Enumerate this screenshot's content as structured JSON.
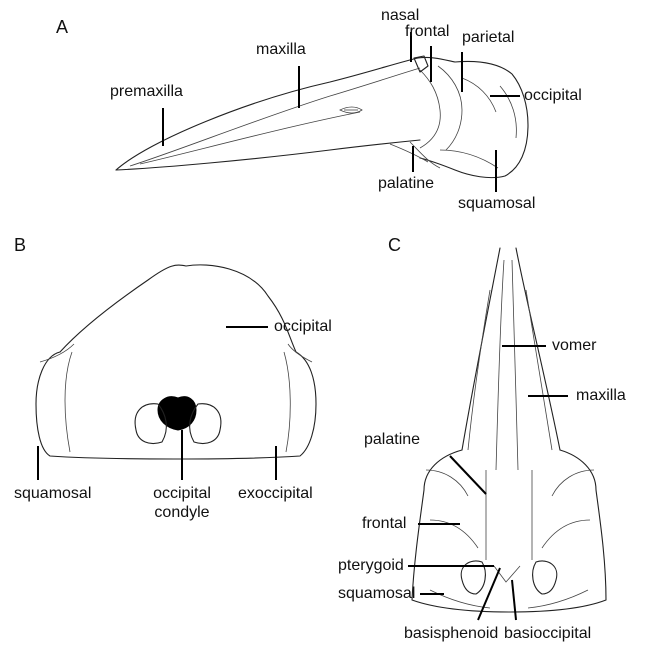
{
  "panels": {
    "a": {
      "letter": "A",
      "labels": {
        "premaxilla": "premaxilla",
        "maxilla": "maxilla",
        "nasal": "nasal",
        "frontal": "frontal",
        "parietal": "parietal",
        "occipital": "occipital",
        "palatine": "palatine",
        "squamosal": "squamosal"
      }
    },
    "b": {
      "letter": "B",
      "labels": {
        "occipital": "occipital",
        "squamosal": "squamosal",
        "occipital_condyle_1": "occipital",
        "occipital_condyle_2": "condyle",
        "exoccipital": "exoccipital"
      }
    },
    "c": {
      "letter": "C",
      "labels": {
        "vomer": "vomer",
        "maxilla": "maxilla",
        "palatine": "palatine",
        "frontal": "frontal",
        "pterygoid": "pterygoid",
        "squamosal": "squamosal",
        "basisphenoid": "basisphenoid",
        "basioccipital": "basioccipital"
      }
    }
  }
}
